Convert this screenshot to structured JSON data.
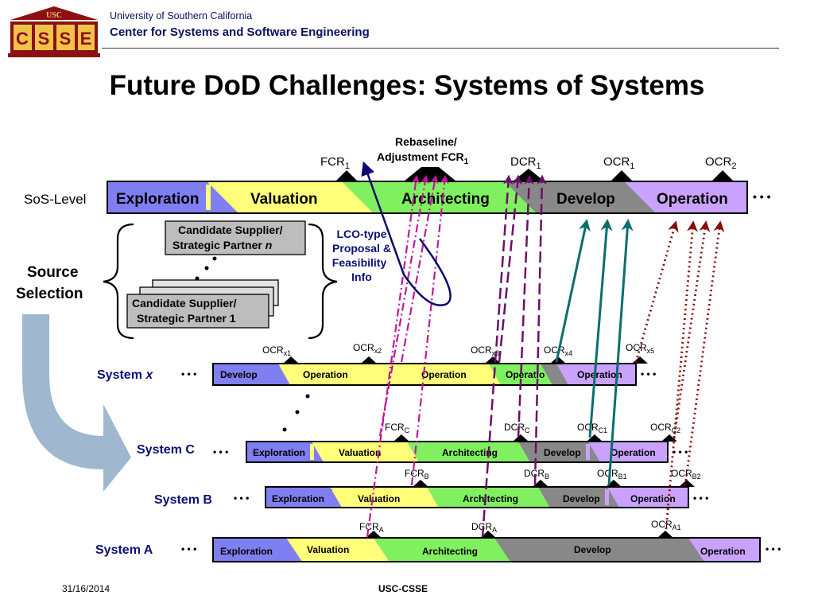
{
  "header": {
    "logo_text": "USC",
    "logo_letters": [
      "C",
      "S",
      "S",
      "E"
    ],
    "org_line1": "University of Southern California",
    "org_line2": "Center for Systems and Software Engineering"
  },
  "title": "Future DoD Challenges: Systems of Systems",
  "sos": {
    "row_label": "SoS-Level",
    "phases": [
      "Exploration",
      "Valuation",
      "Architecting",
      "Develop",
      "Operation"
    ],
    "milestones": [
      "FCR",
      "DCR",
      "OCR",
      "OCR"
    ],
    "milestone_subs": [
      "1",
      "1",
      "1",
      "2"
    ],
    "rebaseline_line1": "Rebaseline/",
    "rebaseline_line2": "Adjustment FCR",
    "rebaseline_sub": "1",
    "dots": "• • •"
  },
  "source_selection": {
    "label_line1": "Source",
    "label_line2": "Selection",
    "top_card_line1": "Candidate Supplier/",
    "top_card_line2_prefix": "Strategic Partner ",
    "top_card_line2_italic": "n",
    "bottom_card_line1": "Candidate Supplier/",
    "bottom_card_line2": "Strategic Partner 1",
    "lco_lines": [
      "LCO-type",
      "Proposal &",
      "Feasibility",
      "Info"
    ]
  },
  "system_x": {
    "label_prefix": "System ",
    "label_italic": "x",
    "phases": [
      "Develop",
      "Operation",
      "Operation",
      "Operatio",
      "Operation"
    ],
    "milestones": [
      "OCR",
      "OCR",
      "OCR",
      "OCR",
      "OCR"
    ],
    "milestone_subs": [
      "x1",
      "x2",
      "x3",
      "x4",
      "x5"
    ]
  },
  "system_c": {
    "label": "System C",
    "phases": [
      "Exploration",
      "Valuation",
      "Architecting",
      "Develop",
      "Operation"
    ],
    "milestones": [
      "FCR",
      "DCR",
      "OCR",
      "OCR"
    ],
    "milestone_subs": [
      "C",
      "C",
      "C1",
      "C2"
    ]
  },
  "system_b": {
    "label": "System B",
    "phases": [
      "Exploration",
      "Valuation",
      "Architecting",
      "Develop",
      "Operation"
    ],
    "milestones": [
      "FCR",
      "DCR",
      "OCR",
      "OCR"
    ],
    "milestone_subs": [
      "B",
      "B",
      "B1",
      "B2"
    ]
  },
  "system_a": {
    "label": "System A",
    "phases": [
      "Exploration",
      "Valuation",
      "Architecting",
      "Develop",
      "Operation"
    ],
    "milestones": [
      "FCR",
      "DCR",
      "OCR"
    ],
    "milestone_subs": [
      "A",
      "A",
      "A1"
    ]
  },
  "footer": {
    "date": "31/16/2014",
    "center": "USC-CSSE"
  },
  "colors": {
    "exploration": "#7f7ff2",
    "valuation": "#ffff7a",
    "architecting": "#80f060",
    "develop": "#888888",
    "operation": "#c9a2ff",
    "label_navy": "#0a0f78",
    "teal": "#0b6e6e",
    "magenta": "#c0189c",
    "purple": "#6a0f6a",
    "maroon": "#8a0b0b",
    "navy_arrow": "#0a0a6e",
    "arrow_block": "#9fb7cf"
  }
}
